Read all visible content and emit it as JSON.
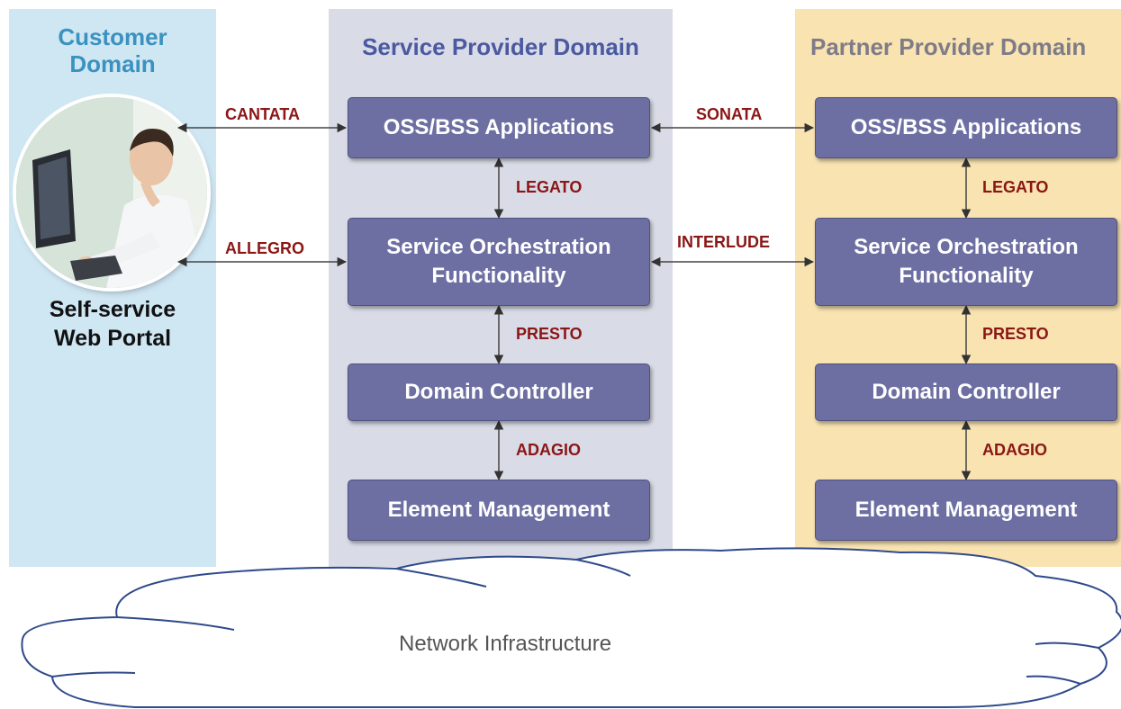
{
  "domains": {
    "customer": "Customer\nDomain",
    "service_provider": "Service Provider Domain",
    "partner_provider": "Partner Provider Domain"
  },
  "customer": {
    "portal_label": "Self-service\nWeb Portal"
  },
  "service_provider": {
    "oss_bss": "OSS/BSS Applications",
    "orchestration": "Service Orchestration\nFunctionality",
    "domain_controller": "Domain Controller",
    "element_management": "Element Management"
  },
  "partner_provider": {
    "oss_bss": "OSS/BSS Applications",
    "orchestration": "Service Orchestration\nFunctionality",
    "domain_controller": "Domain Controller",
    "element_management": "Element Management"
  },
  "interfaces": {
    "cantata": "CANTATA",
    "allegro": "ALLEGRO",
    "sonata": "SONATA",
    "interlude": "INTERLUDE",
    "legato_sp": "LEGATO",
    "presto_sp": "PRESTO",
    "adagio_sp": "ADAGIO",
    "legato_pp": "LEGATO",
    "presto_pp": "PRESTO",
    "adagio_pp": "ADAGIO"
  },
  "network": {
    "label": "Network Infrastructure"
  }
}
